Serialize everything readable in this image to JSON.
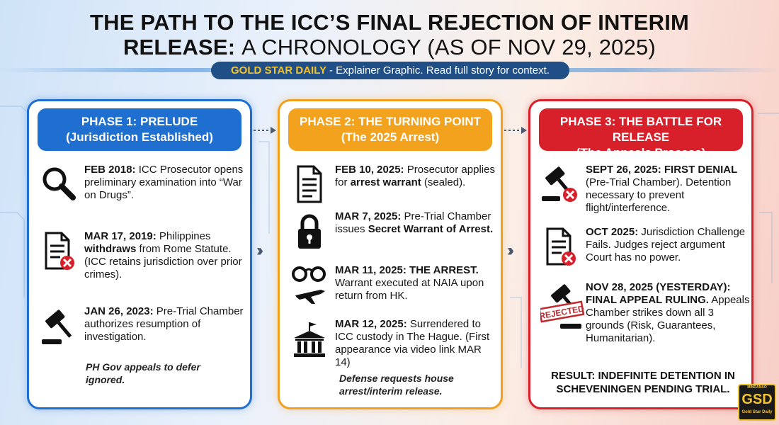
{
  "title": {
    "line1": "THE PATH TO THE ICC’S FINAL REJECTION OF INTERIM",
    "line2_bold": "RELEASE:",
    "line2_rest": "A CHRONOLOGY (AS OF NOV 29, 2025)"
  },
  "tagline": {
    "brand": "GOLD STAR DAILY",
    "text": "- Explainer Graphic. Read full story for context."
  },
  "phases": [
    {
      "head1": "PHASE 1: PRELUDE",
      "head2": "(Jurisdiction Established)",
      "items": [
        {
          "date": "FEB 2018:",
          "pre": "ICC Prosecutor opens preliminary examination into “War on Drugs”.",
          "bold": "",
          "post": ""
        },
        {
          "date": "MAR 17, 2019:",
          "pre": "Philippines",
          "bold": "withdraws",
          "post": "from Rome Statute. (ICC retains jurisdiction over prior crimes)."
        },
        {
          "date": "JAN 26, 2023:",
          "pre": "Pre-Trial Chamber authorizes resumption of investigation.",
          "bold": "",
          "post": ""
        }
      ],
      "note": "PH Gov appeals to defer ignored."
    },
    {
      "head1": "PHASE 2: THE TURNING POINT",
      "head2": "(The 2025 Arrest)",
      "items": [
        {
          "date": "FEB 10, 2025:",
          "pre": "Prosecutor applies for",
          "bold": "arrest warrant",
          "post": "(sealed)."
        },
        {
          "date": "MAR 7, 2025:",
          "pre": "Pre-Trial Chamber issues",
          "bold": "Secret Warrant of Arrest.",
          "post": ""
        },
        {
          "date": "MAR 11, 2025: THE ARREST.",
          "pre": "Warrant executed at NAIA upon return from HK.",
          "bold": "",
          "post": ""
        },
        {
          "date": "MAR 12, 2025:",
          "pre": "Surrendered to ICC custody in The Hague. (First appearance via video link MAR 14)",
          "bold": "",
          "post": ""
        }
      ],
      "note": "Defense requests house arrest/interim release."
    },
    {
      "head1": "PHASE 3: THE BATTLE FOR RELEASE",
      "head2": "(The Appeals Process)",
      "items": [
        {
          "date": "SEPT 26, 2025: FIRST DENIAL",
          "pre": "(Pre-Trial Chamber). Detention necessary to prevent flight/interference.",
          "bold": "",
          "post": ""
        },
        {
          "date": "OCT 2025:",
          "pre": "Jurisdiction Challenge Fails. Judges reject argument Court has no power.",
          "bold": "",
          "post": ""
        },
        {
          "date": "NOV 28, 2025 (YESTERDAY): FINAL APPEAL RULING.",
          "pre": "Appeals Chamber strikes down all 3 grounds (Risk, Guarantees, Humanitarian).",
          "bold": "",
          "post": ""
        }
      ],
      "result": "RESULT: INDEFINITE DETENTION IN SCHEVENINGEN PENDING TRIAL."
    }
  ],
  "stamp": "REJECTED",
  "logo": {
    "top": "MINDANAO",
    "big": "GSD",
    "small": "Gold Star Daily"
  },
  "colors": {
    "phase1": "#1f6fd0",
    "phase2": "#f2a21c",
    "phase3": "#d8202a",
    "brand": "#f4c430",
    "tagline_bg": "#1f4f86"
  },
  "icons": [
    "magnifier-icon",
    "document-x-icon",
    "gavel-icon",
    "document-icon",
    "padlock-icon",
    "handcuffs-plane-icon",
    "government-building-icon",
    "gavel-x-icon",
    "rejected-stamp-gavel-icon"
  ]
}
